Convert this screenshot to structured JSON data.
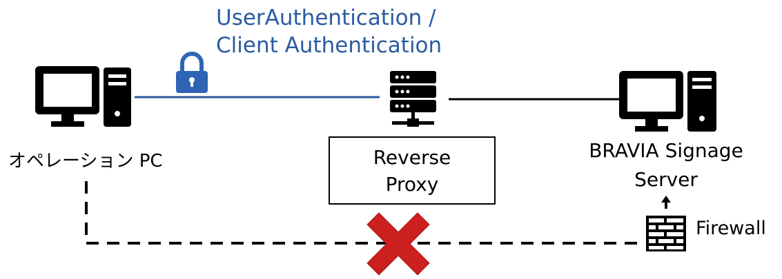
{
  "auth_label": "UserAuthentication /\nClient Authentication",
  "auth_line1": "UserAuthentication /",
  "auth_line2": "Client Authentication",
  "operation_pc_label": "オペレーション PC",
  "proxy_label": "Reverse\nProxy",
  "server_label": "BRAVIA Signage\nServer",
  "firewall_label": "Firewall",
  "icons": [
    "desktop-computer-icon",
    "lock-icon",
    "server-rack-icon",
    "desktop-computer-icon",
    "firewall-icon",
    "arrow-up-icon",
    "blocked-x-icon"
  ],
  "colors": {
    "auth_blue": "#2a5b9f",
    "lock_blue": "#2e64b3",
    "blocked_red": "#cc1f1f",
    "line": "#000000"
  }
}
